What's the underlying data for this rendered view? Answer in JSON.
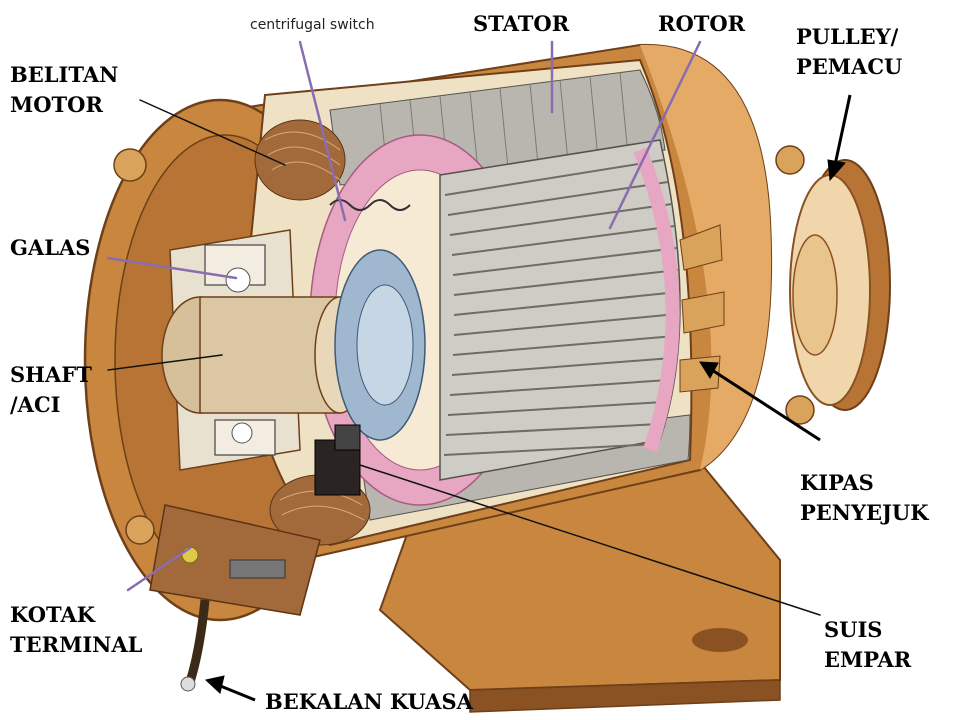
{
  "labels": {
    "centrifugal_switch": "centrifugal switch",
    "stator": "STATOR",
    "rotor": "ROTOR",
    "pulley": [
      "PULLEY/",
      "PEMACU"
    ],
    "belitan": [
      "BELITAN",
      "MOTOR"
    ],
    "galas": "GALAS",
    "shaft": [
      "SHAFT",
      "/ACI"
    ],
    "kipas": [
      "KIPAS",
      "PENYEJUK"
    ],
    "kotak": [
      "KOTAK",
      "TERMINAL"
    ],
    "suis": [
      "SUIS",
      "EMPAR"
    ],
    "bekalan": "BEKALAN KUASA"
  },
  "colors": {
    "housing": "#c8863e",
    "housing_dark": "#8a5222",
    "housing_light": "#e4aa66",
    "stator_lam": "#b9b6b0",
    "rotor_pink": "#e7a6c2",
    "winding": "#a26a3a",
    "shaft": "#dcc7a4",
    "switch_blue": "#9fb8cf",
    "leader_purple": "#8a6cb0",
    "leader_black": "#111111"
  }
}
